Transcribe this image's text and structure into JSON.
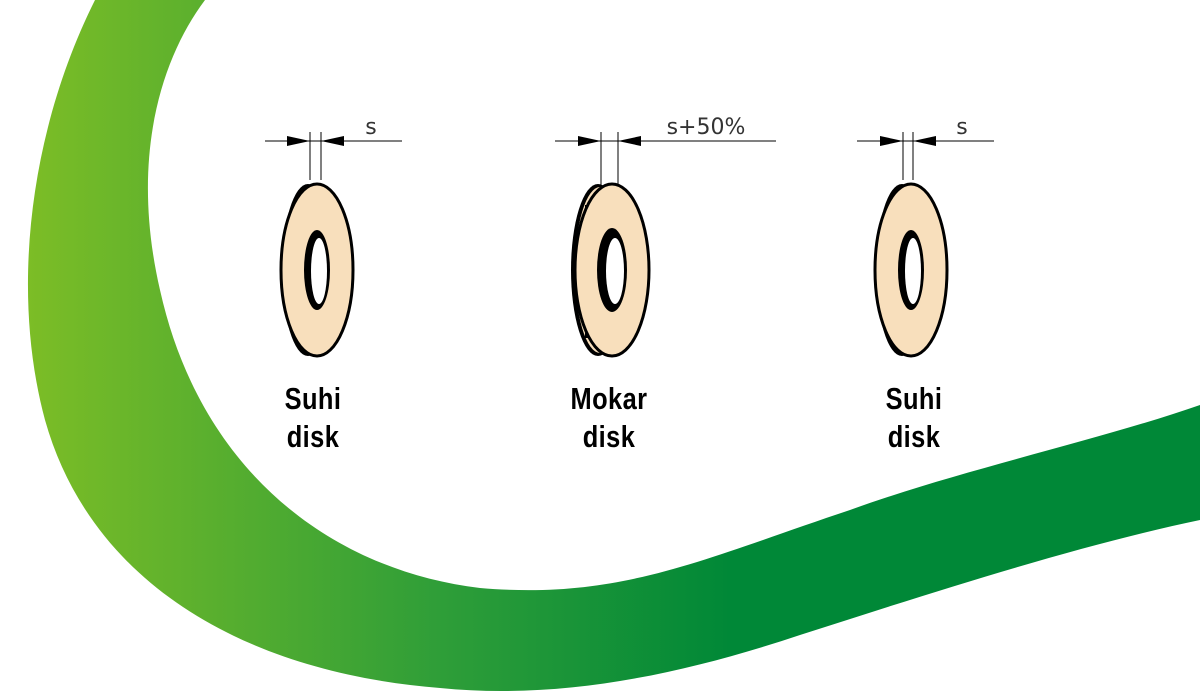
{
  "colors": {
    "swoosh_left": "#7cbd26",
    "swoosh_mid": "#2f9e38",
    "swoosh_right": "#008837",
    "disk_face": "#f8dfbc",
    "disk_edge": "#000000"
  },
  "disks": [
    {
      "name": "suhi-left",
      "label_line1": "Suhi",
      "label_line2": "disk",
      "thickness_label": "s",
      "wet": false
    },
    {
      "name": "mokar",
      "label_line1": "Mokar",
      "label_line2": "disk",
      "thickness_label": "s+50%",
      "wet": true
    },
    {
      "name": "suhi-right",
      "label_line1": "Suhi",
      "label_line2": "disk",
      "thickness_label": "s",
      "wet": false
    }
  ]
}
